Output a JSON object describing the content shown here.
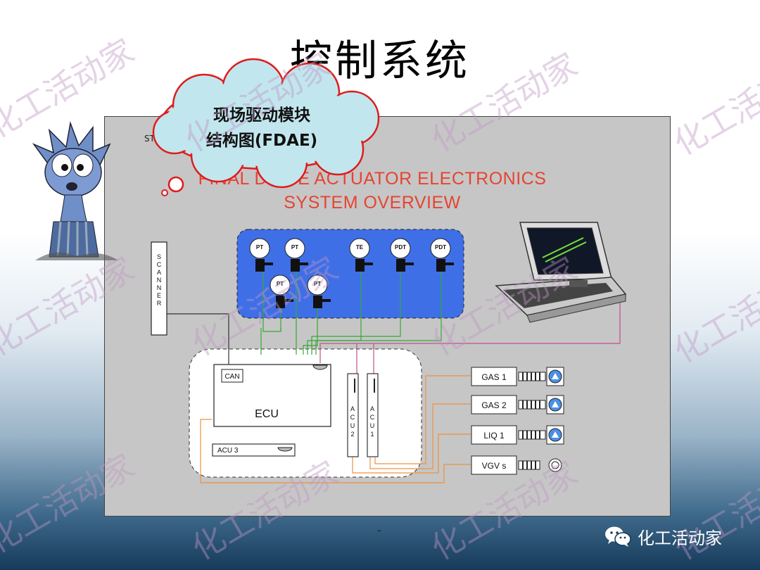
{
  "title": "控制系统",
  "panel": {
    "subtitle_fragment": "ST",
    "heading_line1": "FINAL DRIVE ACTUATOR ELECTRONICS",
    "heading_line2": "SYSTEM OVERVIEW"
  },
  "callout": {
    "line1": "现场驱动模块",
    "line2": "结构图(FDAE)"
  },
  "diagram": {
    "scanner": "SCANNER",
    "sensors": [
      "PT",
      "PT",
      "TE",
      "PDT",
      "PDT",
      "PT",
      "PT"
    ],
    "can": "CAN",
    "ecu": "ECU",
    "acu3": "ACU 3",
    "acu2": "ACU2",
    "acu1": "ACU1",
    "gas1": "GAS 1",
    "gas2": "GAS 2",
    "liq1": "LIQ 1",
    "vgvs": "VGV s"
  },
  "footer": {
    "dash": "-",
    "brand": "化工活动家"
  },
  "watermark": "化工活动家",
  "colors": {
    "blue_box": "#3f6fe6",
    "green_wire": "#33aa33",
    "magenta_wire": "#c0508c",
    "orange_wire": "#f09040",
    "title_red": "#e64432"
  }
}
